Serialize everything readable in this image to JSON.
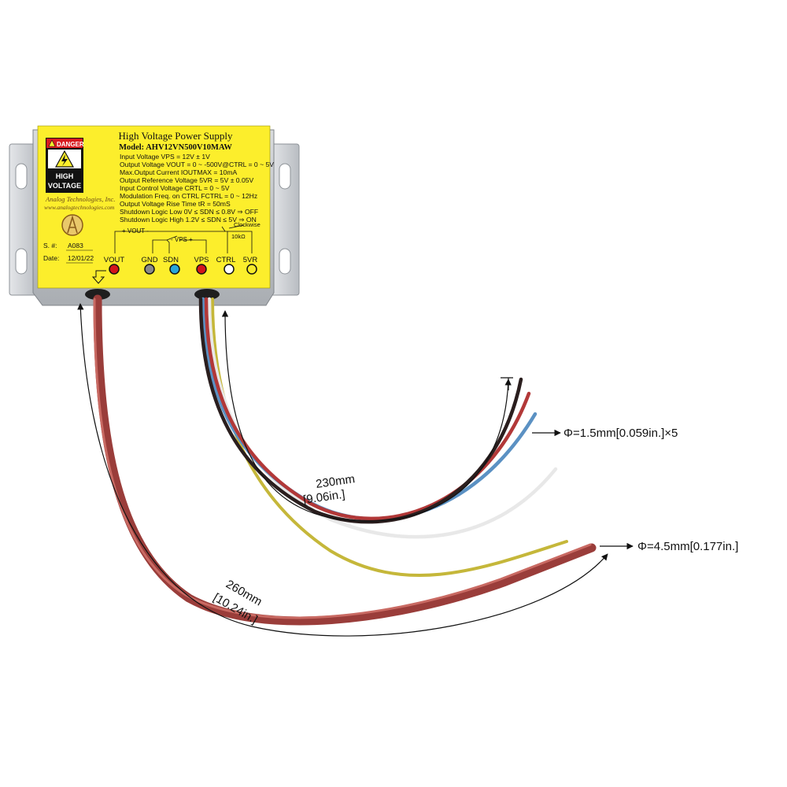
{
  "label": {
    "title": "High Voltage Power Supply",
    "model": "Model: AHV12VN500V10MAW",
    "danger": "DANGER",
    "warning_line1": "HIGH",
    "warning_line2": "VOLTAGE",
    "specs": [
      "Input Voltage VPS = 12V ± 1V",
      "Output Voltage VOUT = 0 ~ -500V@CTRL = 0 ~ 5V",
      "Max.Output Current IOUTMAX = 10mA",
      "Output Reference Voltage 5VR = 5V ± 0.05V",
      "Input Control Voltage CRTL = 0 ~ 5V",
      "Modulation Freq. on CTRL FCTRL = 0 ~ 12Hz",
      "Output Voltage Rise Time tR = 50mS",
      "Shutdown Logic Low 0V ≤ SDN ≤ 0.8V ⇒ OFF",
      "Shutdown Logic High 1.2V ≤ SDN ≤ 5V ⇒ ON"
    ],
    "company": "Analog Technologies, Inc.",
    "website": "www.analogtechnologies.com",
    "serial_label": "S. #:",
    "serial_value": "A083",
    "date_label": "Date:",
    "date_value": "12/01/22",
    "schematic": {
      "vout_bracket": "+ VOUT -",
      "vps_bracket": "- VPS +",
      "clockwise": "Clockwise",
      "pot": "10kΩ"
    },
    "pins": [
      {
        "name": "VOUT",
        "color": "#d3151b"
      },
      {
        "name": "GND",
        "color": "#8a8a8a"
      },
      {
        "name": "SDN",
        "color": "#27a6d8"
      },
      {
        "name": "VPS",
        "color": "#d3151b"
      },
      {
        "name": "CTRL",
        "color": "#ffffff"
      },
      {
        "name": "5VR",
        "color": "#f6ea2a"
      }
    ]
  },
  "dimensions": {
    "small_wire_length_mm": "230mm",
    "small_wire_length_in": "[9.06in.]",
    "small_wire_diameter": "Φ=1.5mm[0.059in.]×5",
    "hv_wire_length_mm": "260mm",
    "hv_wire_length_in": "[10.24in.]",
    "hv_wire_diameter": "Φ=4.5mm[0.177in.]"
  },
  "colors": {
    "label_yellow": "#fcee2c",
    "enclosure": "#c9ccd0",
    "hv_cable": "#9a3d3a",
    "wire_black": "#2a1e1e",
    "wire_red": "#b23838",
    "wire_blue": "#5b91c3",
    "wire_white": "#f4f4f4",
    "wire_yellow": "#c5b73a"
  }
}
